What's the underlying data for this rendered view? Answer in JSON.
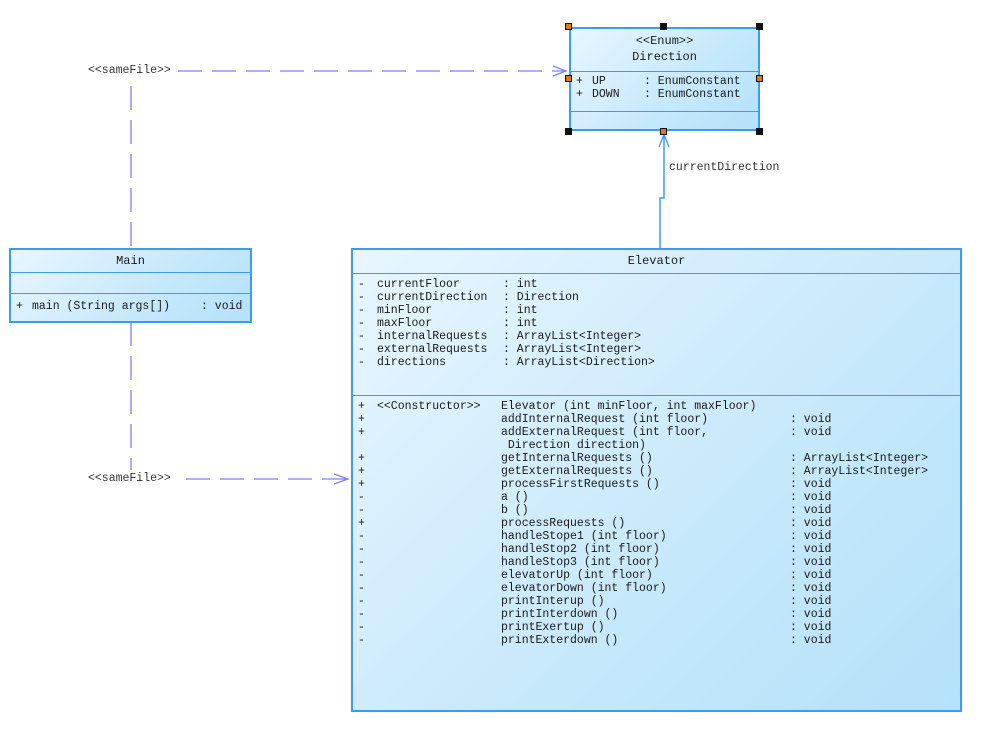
{
  "diagram": {
    "classes": {
      "direction": {
        "stereotype": "<<Enum>>",
        "name": "Direction",
        "attributes": [
          {
            "vis": "+",
            "name": "UP",
            "type": ": EnumConstant"
          },
          {
            "vis": "+",
            "name": "DOWN",
            "type": ": EnumConstant"
          }
        ]
      },
      "main": {
        "name": "Main",
        "operations": [
          {
            "vis": "+",
            "sig": "main (String args[])",
            "type": ": void"
          }
        ]
      },
      "elevator": {
        "name": "Elevator",
        "attributes": [
          {
            "vis": "-",
            "name": "currentFloor",
            "type": ": int"
          },
          {
            "vis": "-",
            "name": "currentDirection",
            "type": ": Direction"
          },
          {
            "vis": "-",
            "name": "minFloor",
            "type": ": int"
          },
          {
            "vis": "-",
            "name": "maxFloor",
            "type": ": int"
          },
          {
            "vis": "-",
            "name": "internalRequests",
            "type": ": ArrayList<Integer>"
          },
          {
            "vis": "-",
            "name": "externalRequests",
            "type": ": ArrayList<Integer>"
          },
          {
            "vis": "-",
            "name": "directions",
            "type": ": ArrayList<Direction>"
          }
        ],
        "operations": [
          {
            "vis": "+",
            "stereo": "<<Constructor>>",
            "sig": "Elevator (int minFloor, int maxFloor)",
            "type": ""
          },
          {
            "vis": "+",
            "stereo": "",
            "sig": "addInternalRequest (int floor)",
            "type": ": void"
          },
          {
            "vis": "+",
            "stereo": "",
            "sig": "addExternalRequest (int floor,",
            "type": ": void"
          },
          {
            "vis": "",
            "stereo": "",
            "sig": " Direction direction)",
            "type": ""
          },
          {
            "vis": "+",
            "stereo": "",
            "sig": "getInternalRequests ()",
            "type": ": ArrayList<Integer>"
          },
          {
            "vis": "+",
            "stereo": "",
            "sig": "getExternalRequests ()",
            "type": ": ArrayList<Integer>"
          },
          {
            "vis": "+",
            "stereo": "",
            "sig": "processFirstRequests ()",
            "type": ": void"
          },
          {
            "vis": "-",
            "stereo": "",
            "sig": "a ()",
            "type": ": void"
          },
          {
            "vis": "-",
            "stereo": "",
            "sig": "b ()",
            "type": ": void"
          },
          {
            "vis": "+",
            "stereo": "",
            "sig": "processRequests ()",
            "type": ": void"
          },
          {
            "vis": "-",
            "stereo": "",
            "sig": "handleStope1 (int floor)",
            "type": ": void"
          },
          {
            "vis": "-",
            "stereo": "",
            "sig": "handleStop2 (int floor)",
            "type": ": void"
          },
          {
            "vis": "-",
            "stereo": "",
            "sig": "handleStop3 (int floor)",
            "type": ": void"
          },
          {
            "vis": "-",
            "stereo": "",
            "sig": "elevatorUp (int floor)",
            "type": ": void"
          },
          {
            "vis": "-",
            "stereo": "",
            "sig": "elevatorDown (int floor)",
            "type": ": void"
          },
          {
            "vis": "-",
            "stereo": "",
            "sig": "printInterup ()",
            "type": ": void"
          },
          {
            "vis": "-",
            "stereo": "",
            "sig": "printInterdown ()",
            "type": ": void"
          },
          {
            "vis": "-",
            "stereo": "",
            "sig": "printExertup ()",
            "type": ": void"
          },
          {
            "vis": "-",
            "stereo": "",
            "sig": "printExterdown ()",
            "type": ": void"
          }
        ]
      }
    },
    "links": {
      "same_file_top": "<<sameFile>>",
      "same_file_bottom": "<<sameFile>>",
      "association_role": "currentDirection"
    },
    "colors": {
      "box_border": "#3c9bf0",
      "dependency_line": "#8080f0",
      "association_line": "#3c9bf0"
    }
  }
}
